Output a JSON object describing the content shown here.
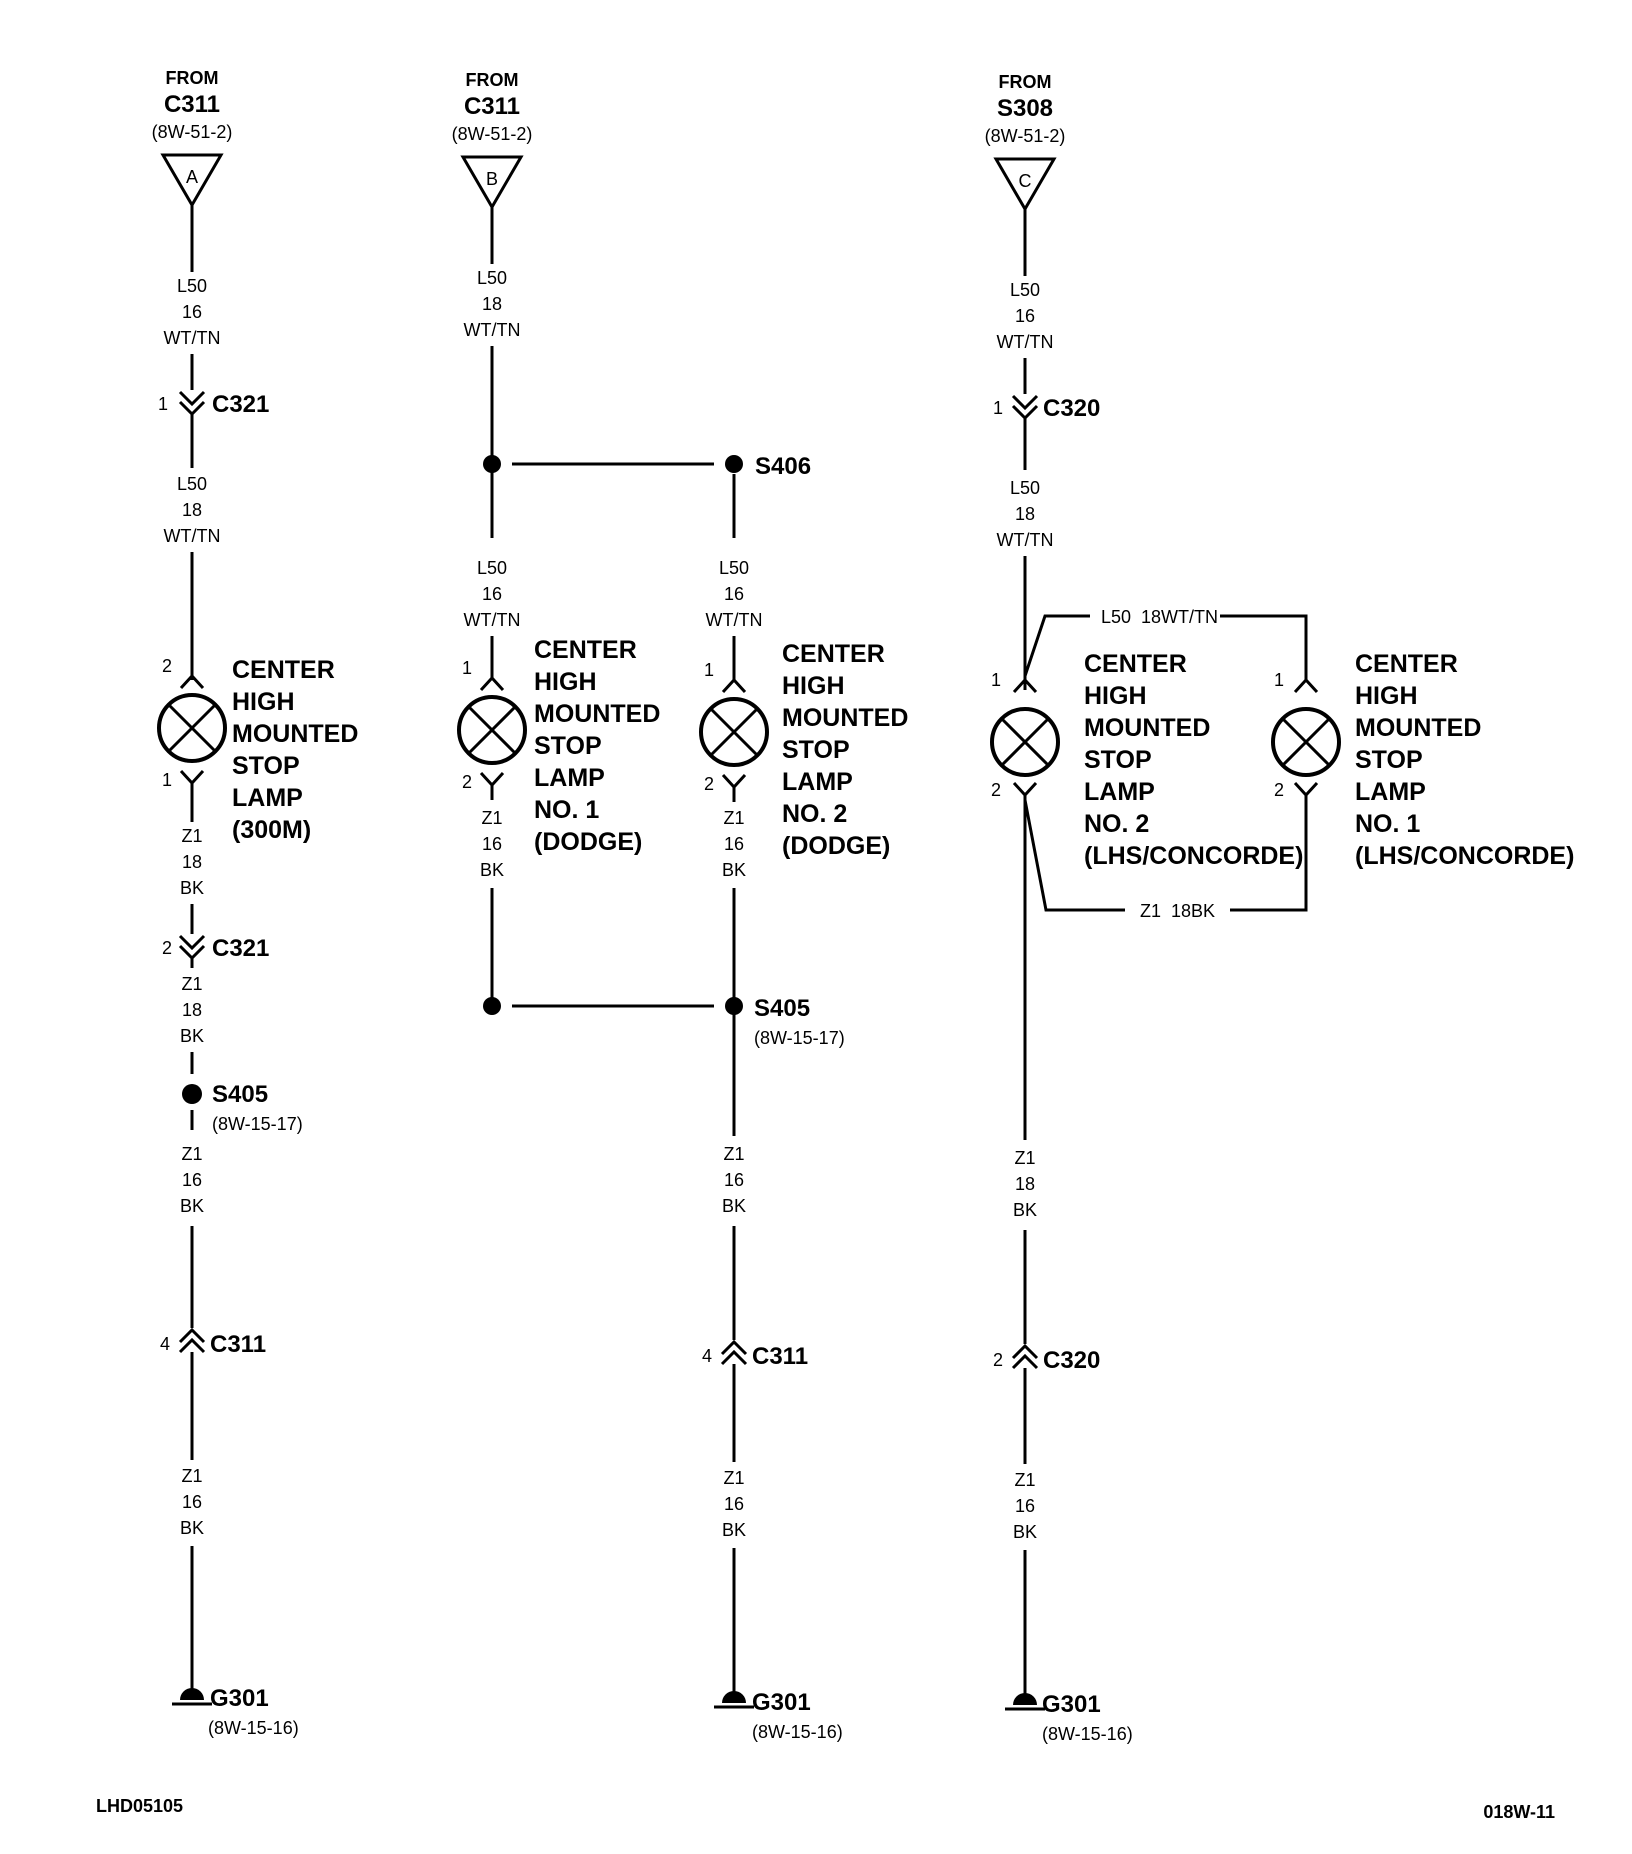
{
  "col_a": {
    "source": {
      "from": "FROM",
      "conn": "C311",
      "ref": "(8W-51-2)",
      "letter": "A"
    },
    "wire1": [
      "L50",
      "16",
      "WT/TN"
    ],
    "c321_top": {
      "pin": "1",
      "name": "C321"
    },
    "wire2": [
      "L50",
      "18",
      "WT/TN"
    ],
    "lamp": {
      "pin_top": "2",
      "pin_bottom": "1",
      "label": [
        "CENTER",
        "HIGH",
        "MOUNTED",
        "STOP",
        "LAMP",
        "(300M)"
      ]
    },
    "wire3": [
      "Z1",
      "18",
      "BK"
    ],
    "c321_bot": {
      "pin": "2",
      "name": "C321"
    },
    "wire4": [
      "Z1",
      "18",
      "BK"
    ],
    "splice": {
      "name": "S405",
      "ref": "(8W-15-17)"
    },
    "wire5": [
      "Z1",
      "16",
      "BK"
    ],
    "c311": {
      "pin": "4",
      "name": "C311"
    },
    "wire6": [
      "Z1",
      "16",
      "BK"
    ],
    "ground": {
      "name": "G301",
      "ref": "(8W-15-16)"
    }
  },
  "col_b": {
    "source": {
      "from": "FROM",
      "conn": "C311",
      "ref": "(8W-51-2)",
      "letter": "B"
    },
    "wire1": [
      "L50",
      "18",
      "WT/TN"
    ],
    "s406": {
      "name": "S406"
    },
    "wire_left": [
      "L50",
      "16",
      "WT/TN"
    ],
    "wire_right": [
      "L50",
      "16",
      "WT/TN"
    ],
    "lamp1": {
      "pin_top": "1",
      "pin_bottom": "2",
      "label": [
        "CENTER",
        "HIGH",
        "MOUNTED",
        "STOP",
        "LAMP",
        "NO. 1",
        "(DODGE)"
      ]
    },
    "lamp2": {
      "pin_top": "1",
      "pin_bottom": "2",
      "label": [
        "CENTER",
        "HIGH",
        "MOUNTED",
        "STOP",
        "LAMP",
        "NO. 2",
        "(DODGE)"
      ]
    },
    "wire_left_bk": [
      "Z1",
      "16",
      "BK"
    ],
    "wire_right_bk": [
      "Z1",
      "16",
      "BK"
    ],
    "s405": {
      "name": "S405",
      "ref": "(8W-15-17)"
    },
    "wire5": [
      "Z1",
      "16",
      "BK"
    ],
    "c311": {
      "pin": "4",
      "name": "C311"
    },
    "wire6": [
      "Z1",
      "16",
      "BK"
    ],
    "ground": {
      "name": "G301",
      "ref": "(8W-15-16)"
    }
  },
  "col_c": {
    "source": {
      "from": "FROM",
      "conn": "S308",
      "ref": "(8W-51-2)",
      "letter": "C"
    },
    "wire1": [
      "L50",
      "16",
      "WT/TN"
    ],
    "c320_top": {
      "pin": "1",
      "name": "C320"
    },
    "wire2": [
      "L50",
      "18",
      "WT/TN"
    ],
    "branch_top": "L50  18WT/TN",
    "lamp2": {
      "pin_top": "1",
      "pin_bottom": "2",
      "label": [
        "CENTER",
        "HIGH",
        "MOUNTED",
        "STOP",
        "LAMP",
        "NO. 2",
        "(LHS/CONCORDE)"
      ]
    },
    "lamp1": {
      "pin_top": "1",
      "pin_bottom": "2",
      "label": [
        "CENTER",
        "HIGH",
        "MOUNTED",
        "STOP",
        "LAMP",
        "NO. 1",
        "(LHS/CONCORDE)"
      ]
    },
    "branch_bottom": "Z1  18BK",
    "wire3": [
      "Z1",
      "18",
      "BK"
    ],
    "c320_bot": {
      "pin": "2",
      "name": "C320"
    },
    "wire4": [
      "Z1",
      "16",
      "BK"
    ],
    "ground": {
      "name": "G301",
      "ref": "(8W-15-16)"
    }
  },
  "footer": {
    "left": "LHD05105",
    "right": "018W-11"
  }
}
